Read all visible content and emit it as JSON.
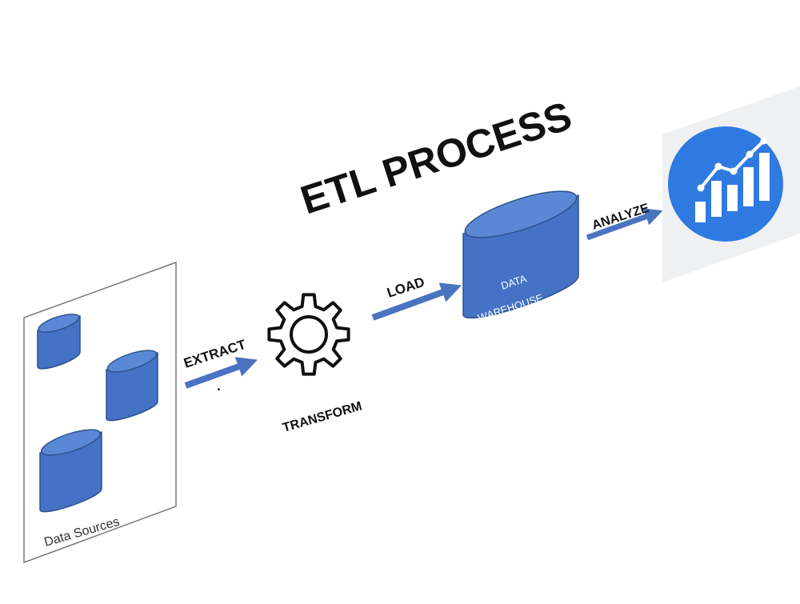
{
  "title": "ETL PROCESS",
  "labels": {
    "extract": "EXTRACT",
    "extract_dot": ".",
    "transform": "TRANSFORM",
    "load": "LOAD",
    "warehouse_line1": "DATA",
    "warehouse_line2": "WAREHOUSE",
    "analyze": "ANALYZE",
    "sources": "Data Sources"
  },
  "colors": {
    "cylinder_fill": "#4472c4",
    "cylinder_stroke": "#2f528f",
    "arrow": "#4a73c0",
    "analytics_circle": "#2e7ae0",
    "panel_bg": "#eef0f2",
    "gear_stroke": "#111111"
  },
  "icons": {
    "transform": "gear-icon",
    "analyze": "analytics-chart-icon",
    "sources": "database-cylinder-icon",
    "warehouse": "database-cylinder-icon"
  }
}
